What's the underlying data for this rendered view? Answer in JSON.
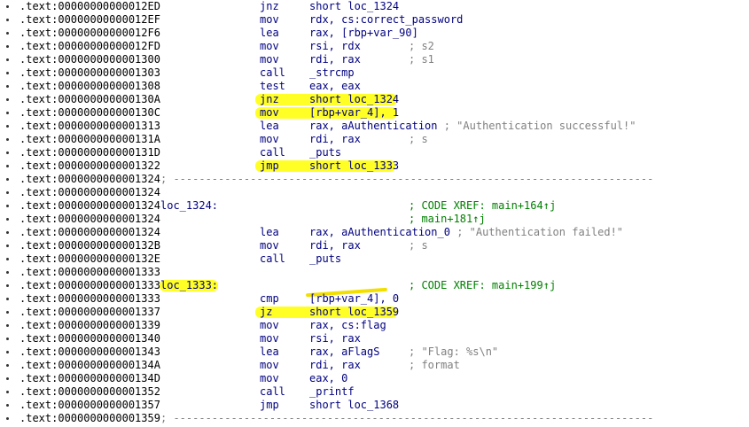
{
  "listing": [
    {
      "addr": ".text:00000000000012ED",
      "mn": "jnz",
      "op": "short loc_1324"
    },
    {
      "addr": ".text:00000000000012EF",
      "mn": "mov",
      "op": "rdx, cs:correct_password"
    },
    {
      "addr": ".text:00000000000012F6",
      "mn": "lea",
      "op": "rax, [rbp+var_90]"
    },
    {
      "addr": ".text:00000000000012FD",
      "mn": "mov",
      "op": "rsi, rdx",
      "cm": "; s2"
    },
    {
      "addr": ".text:0000000000001300",
      "mn": "mov",
      "op": "rdi, rax",
      "cm": "; s1"
    },
    {
      "addr": ".text:0000000000001303",
      "mn": "call",
      "op": "_strcmp"
    },
    {
      "addr": ".text:0000000000001308",
      "mn": "test",
      "op": "eax, eax"
    },
    {
      "addr": ".text:000000000000130A",
      "mn": "jnz",
      "op": "short loc_1324"
    },
    {
      "addr": ".text:000000000000130C",
      "mn": "mov",
      "op": "[rbp+var_4], 1"
    },
    {
      "addr": ".text:0000000000001313",
      "mn": "lea",
      "op": "rax, aAuthentication",
      "tail": "; \"Authentication successful!\""
    },
    {
      "addr": ".text:000000000000131A",
      "mn": "mov",
      "op": "rdi, rax",
      "cm": "; s"
    },
    {
      "addr": ".text:000000000000131D",
      "mn": "call",
      "op": "_puts"
    },
    {
      "addr": ".text:0000000000001322",
      "mn": "jmp",
      "op": "short loc_1333"
    },
    {
      "addr": ".text:0000000000001324",
      "sep": "; ---------------------------------------------------------------------------"
    },
    {
      "addr": ".text:0000000000001324"
    },
    {
      "addr": ".text:0000000000001324",
      "lbl": "loc_1324:",
      "xref": "; CODE XREF: main+164↑j"
    },
    {
      "addr": ".text:0000000000001324",
      "xref": "; main+181↑j"
    },
    {
      "addr": ".text:0000000000001324",
      "mn": "lea",
      "op": "rax, aAuthentication_0",
      "tail": "; \"Authentication failed!\""
    },
    {
      "addr": ".text:000000000000132B",
      "mn": "mov",
      "op": "rdi, rax",
      "cm": "; s"
    },
    {
      "addr": ".text:000000000000132E",
      "mn": "call",
      "op": "_puts"
    },
    {
      "addr": ".text:0000000000001333"
    },
    {
      "addr": ".text:0000000000001333",
      "lbl": "loc_1333:",
      "xref": "; CODE XREF: main+199↑j"
    },
    {
      "addr": ".text:0000000000001333",
      "mn": "cmp",
      "op": "[rbp+var_4], 0"
    },
    {
      "addr": ".text:0000000000001337",
      "mn": "jz",
      "op": "short loc_1359"
    },
    {
      "addr": ".text:0000000000001339",
      "mn": "mov",
      "op": "rax, cs:flag"
    },
    {
      "addr": ".text:0000000000001340",
      "mn": "mov",
      "op": "rsi, rax"
    },
    {
      "addr": ".text:0000000000001343",
      "mn": "lea",
      "op": "rax, aFlagS",
      "cm": "; \"Flag: %s\\n\""
    },
    {
      "addr": ".text:000000000000134A",
      "mn": "mov",
      "op": "rdi, rax",
      "cm": "; format"
    },
    {
      "addr": ".text:000000000000134D",
      "mn": "mov",
      "op": "eax, 0"
    },
    {
      "addr": ".text:0000000000001352",
      "mn": "call",
      "op": "_printf"
    },
    {
      "addr": ".text:0000000000001357",
      "mn": "jmp",
      "op": "short loc_1368"
    },
    {
      "addr": ".text:0000000000001359",
      "sep": "; ---------------------------------------------------------------------------"
    }
  ],
  "colors": {
    "address": "#000000",
    "instruction": "#000080",
    "comment": "#808080",
    "highlight": "#ffff00"
  }
}
